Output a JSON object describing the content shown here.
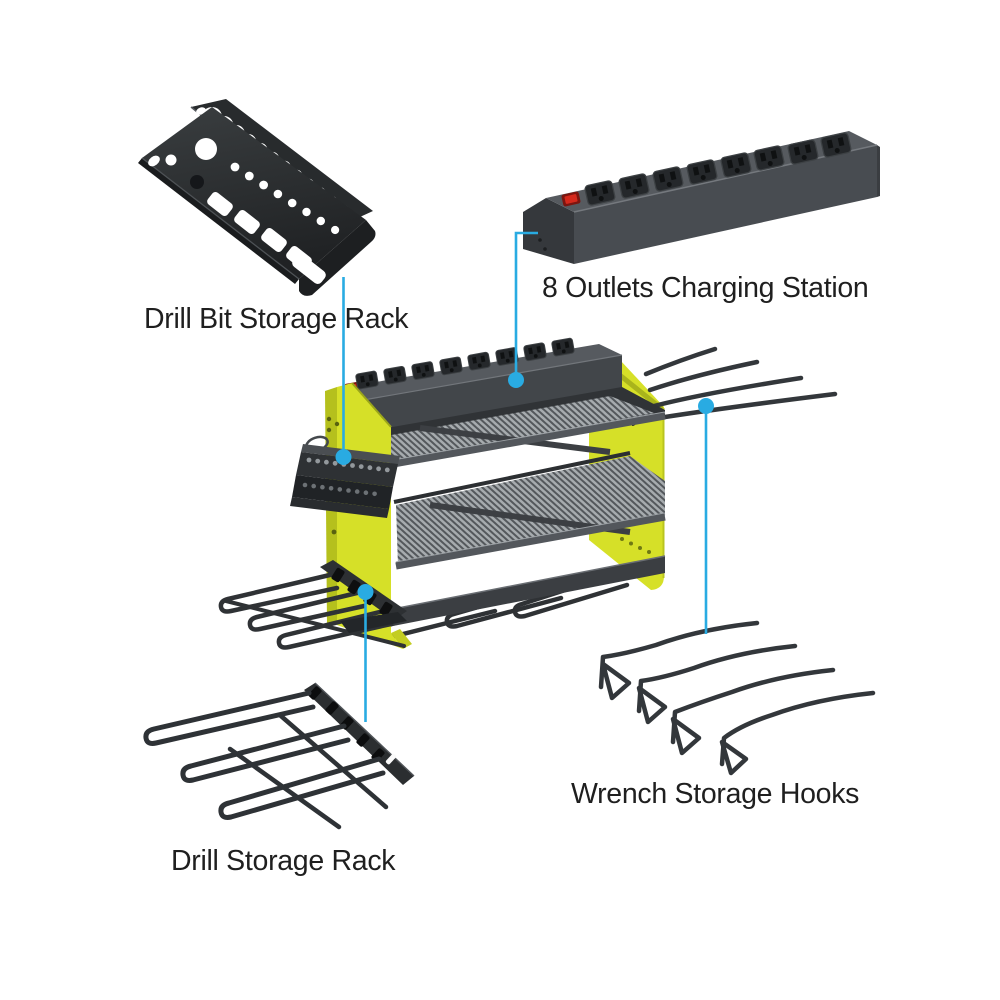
{
  "page": {
    "background": "#ffffff"
  },
  "colors": {
    "background": "#ffffff",
    "callout_accent": "#29abe2",
    "frame_yellow": "#d6e028",
    "frame_yellow_dark": "#b5c01d",
    "metal_dark": "#2b2e31",
    "strip_gray": "#565a5f",
    "mesh_gray": "#a6abae",
    "switch_red": "#d5291c",
    "label_text": "#1f1f1f"
  },
  "parts": {
    "drill_bit_rack": {
      "label": "Drill Bit Storage Rack"
    },
    "charging_station": {
      "label": "8 Outlets Charging Station",
      "outlets_visible": 8,
      "has_power_switch": true
    },
    "drill_rack": {
      "label": "Drill Storage Rack",
      "prong_count": 3
    },
    "wrench_hooks": {
      "label": "Wrench Storage Hooks",
      "hook_count": 4
    }
  }
}
